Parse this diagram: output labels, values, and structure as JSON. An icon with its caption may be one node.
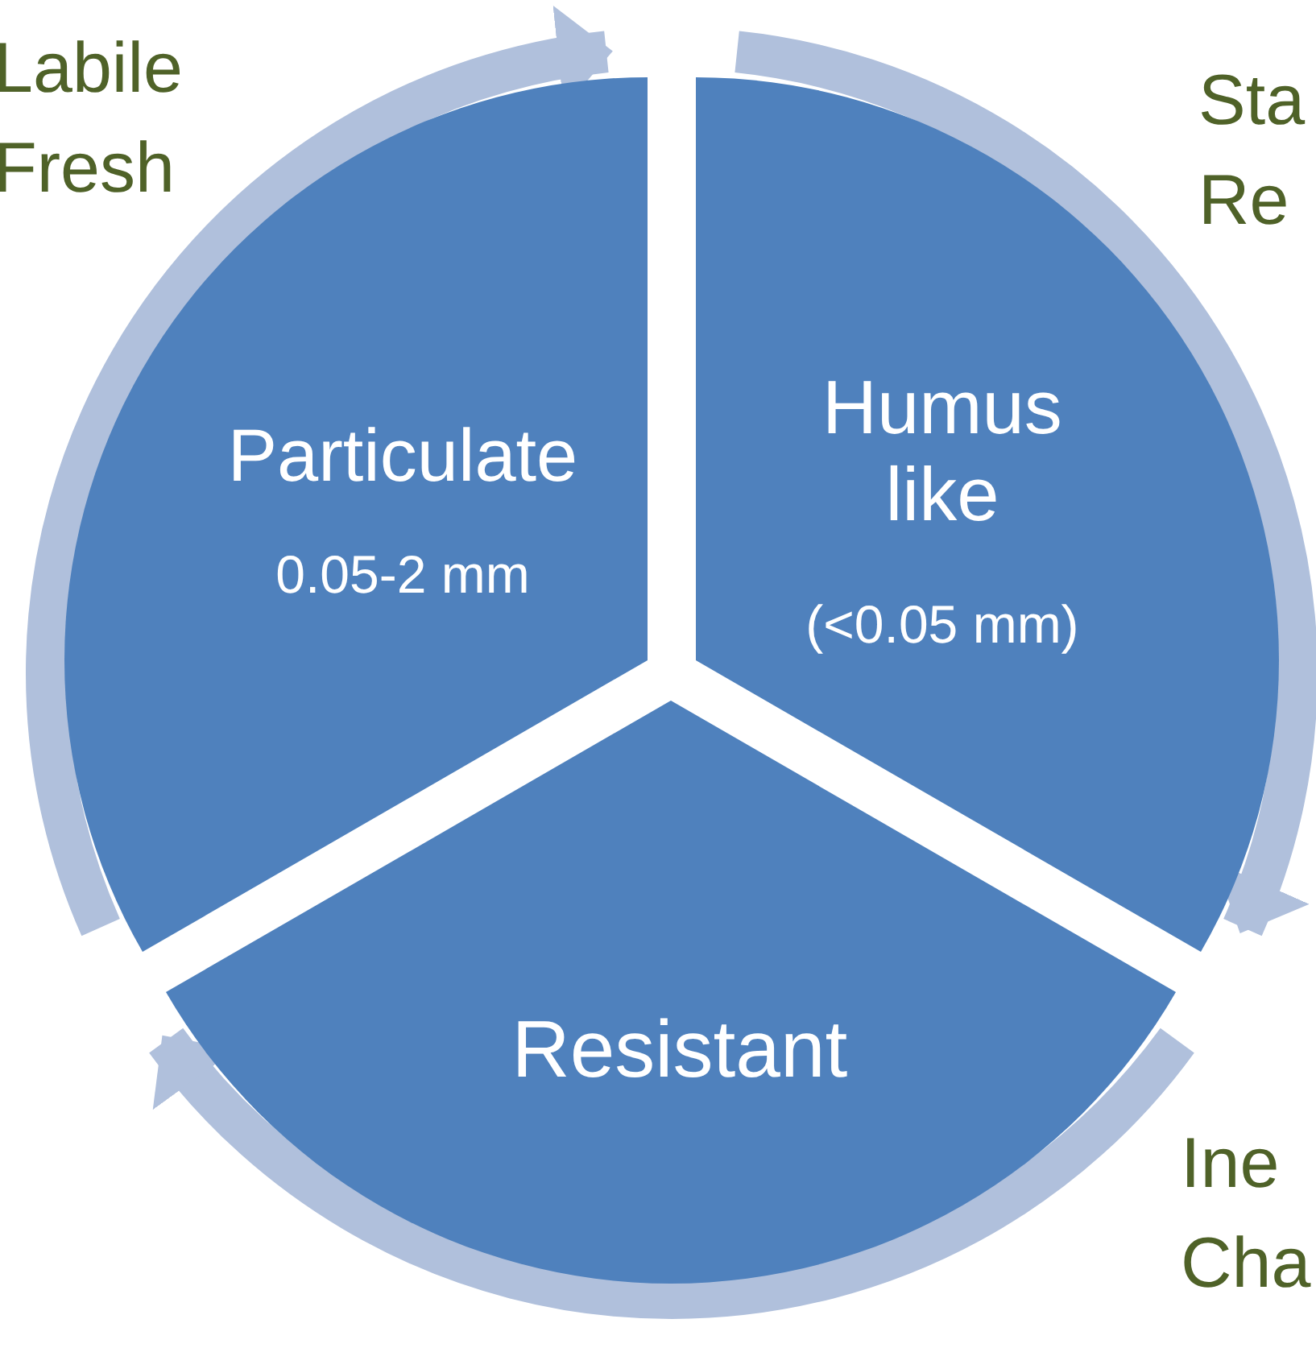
{
  "diagram": {
    "nodes": [
      {
        "text": [
          "Particulate",
          "0.05-2 mm"
        ]
      },
      {
        "text": [
          "Humus like",
          "(<0.05 mm)"
        ]
      },
      {
        "text": [
          "Resistant"
        ]
      }
    ],
    "labels": [
      "Labile Fresh",
      "Sta Re",
      "Ine Cha"
    ]
  }
}
